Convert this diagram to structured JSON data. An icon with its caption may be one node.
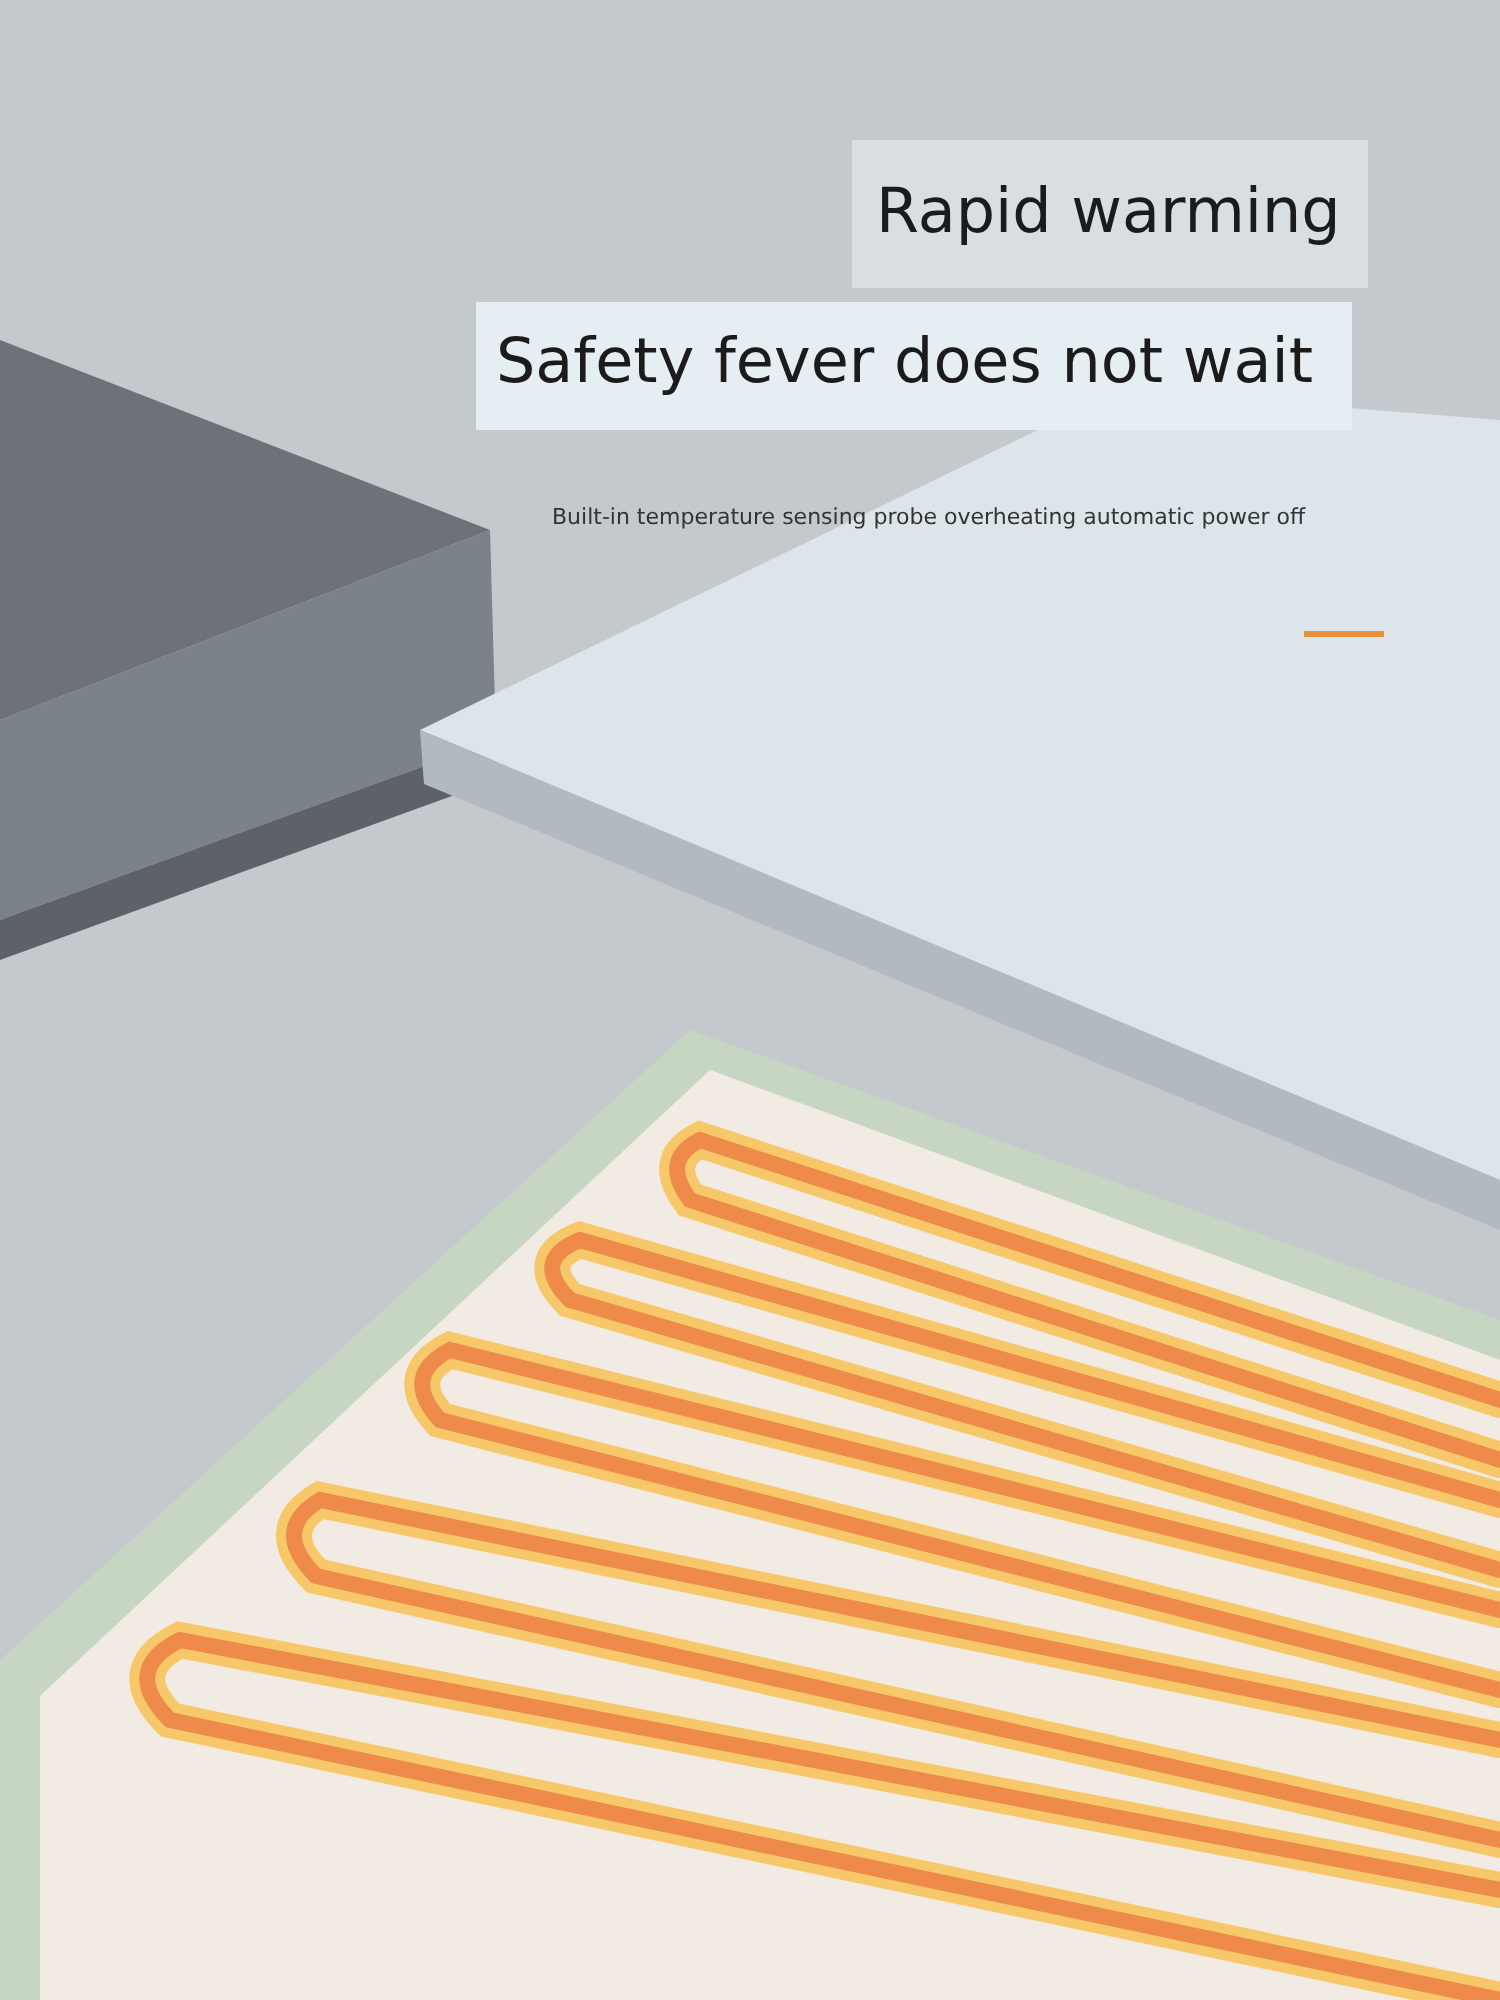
{
  "diagram": {
    "title": "Rapid warming",
    "labels": [
      "Safety fever does not wait",
      "Built-in temperature sensing probe overheating automatic power off"
    ]
  }
}
